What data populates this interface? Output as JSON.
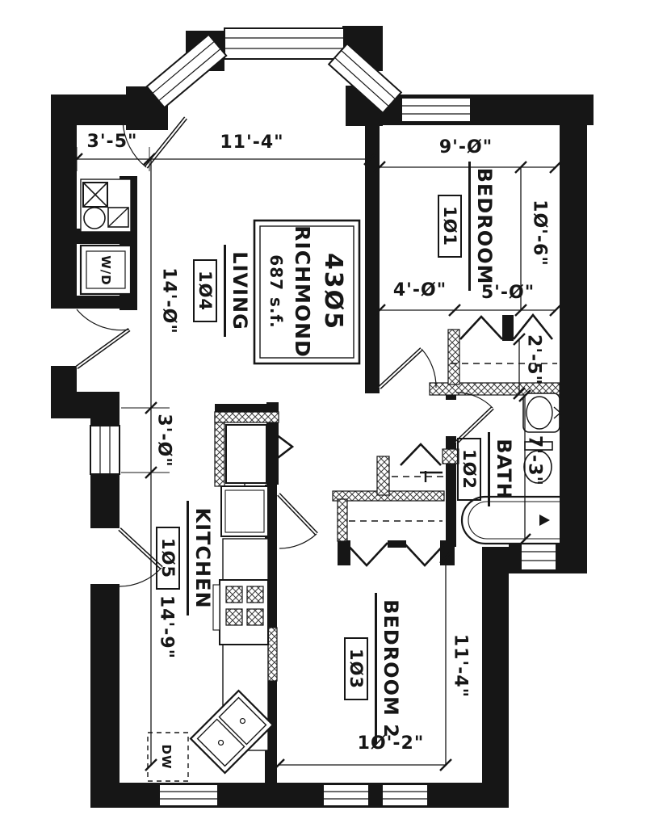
{
  "plan": {
    "colors": {
      "ink": "#161616",
      "paper": "#ffffff"
    },
    "title_block": {
      "line1": "43Ø5",
      "line2": "RICHMOND",
      "line3": "687 s.f."
    },
    "rooms": {
      "living": {
        "name": "LIVING",
        "number": "1Ø4"
      },
      "bedroom1": {
        "name": "BEDROOM",
        "number": "1Ø1"
      },
      "bath": {
        "name": "BATH",
        "number": "1Ø2"
      },
      "kitchen": {
        "name": "KITCHEN",
        "number": "1Ø5"
      },
      "bedroom2": {
        "name": "BEDROOM 2",
        "number": "1Ø3"
      }
    },
    "dimensions": {
      "alcove_width": "3'-5\"",
      "living_width": "11'-4\"",
      "bedroom1_width": "9'-Ø\"",
      "bedroom1_depth": "1Ø'-6\"",
      "living_depth": "14'-Ø\"",
      "hall_width": "4'-Ø\"",
      "closet_width": "5'-Ø\"",
      "closet_depth": "2'-5\"",
      "kitchen_window_width": "3'-Ø\"",
      "bath_depth": "7'-3\"",
      "kitchen_depth": "14'-9\"",
      "bedroom2_width": "1Ø'-2\"",
      "bedroom2_depth": "11'-4\""
    },
    "appliances": {
      "washer_dryer": "W/D",
      "dishwasher": "DW"
    }
  }
}
